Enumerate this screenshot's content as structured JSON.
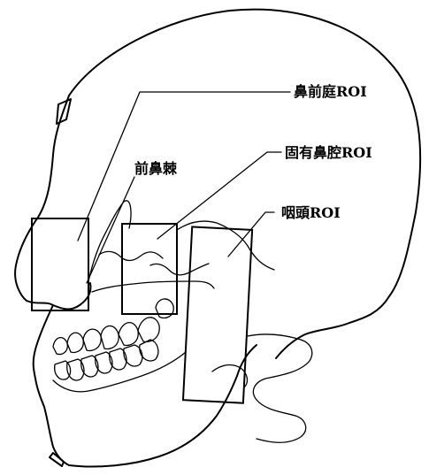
{
  "labels": {
    "anterior_nasal_roi": "鼻前庭ROI",
    "anterior_nasal_spine": "前鼻棘",
    "nasal_cavity_roi": "固有鼻腔ROI",
    "pharynx_roi": "咽頭ROI"
  }
}
